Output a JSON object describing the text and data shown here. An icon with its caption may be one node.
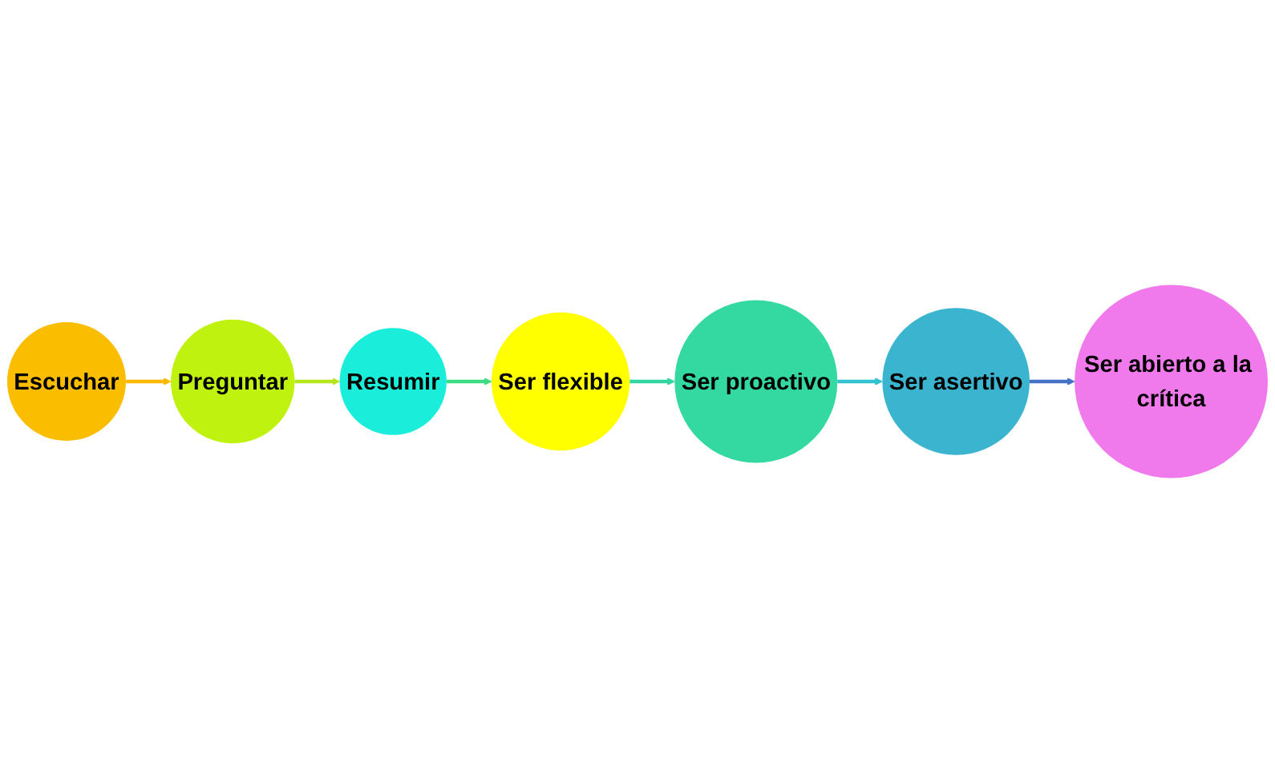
{
  "diagram": {
    "nodes": [
      {
        "text": [
          "Escuchar"
        ]
      },
      {
        "text": [
          "Preguntar"
        ]
      },
      {
        "text": [
          "Resumir"
        ]
      },
      {
        "text": [
          "Ser flexible"
        ]
      },
      {
        "text": [
          "Ser proactivo"
        ]
      },
      {
        "text": [
          "Ser asertivo"
        ]
      },
      {
        "text": [
          "Ser abierto a la crítica"
        ]
      }
    ],
    "edges": [
      {
        "from": 0,
        "to": 1,
        "arrow": "to",
        "color": "#fbb900"
      },
      {
        "from": 1,
        "to": 2,
        "arrow": "to",
        "color": "#b5e61d"
      },
      {
        "from": 2,
        "to": 3,
        "arrow": "to",
        "color": "#3ddc84"
      },
      {
        "from": 3,
        "to": 4,
        "arrow": "to",
        "color": "#33d6a0"
      },
      {
        "from": 4,
        "to": 5,
        "arrow": "to",
        "color": "#33c3d0"
      },
      {
        "from": 5,
        "to": 6,
        "arrow": "to",
        "color": "#4472c4"
      }
    ]
  }
}
